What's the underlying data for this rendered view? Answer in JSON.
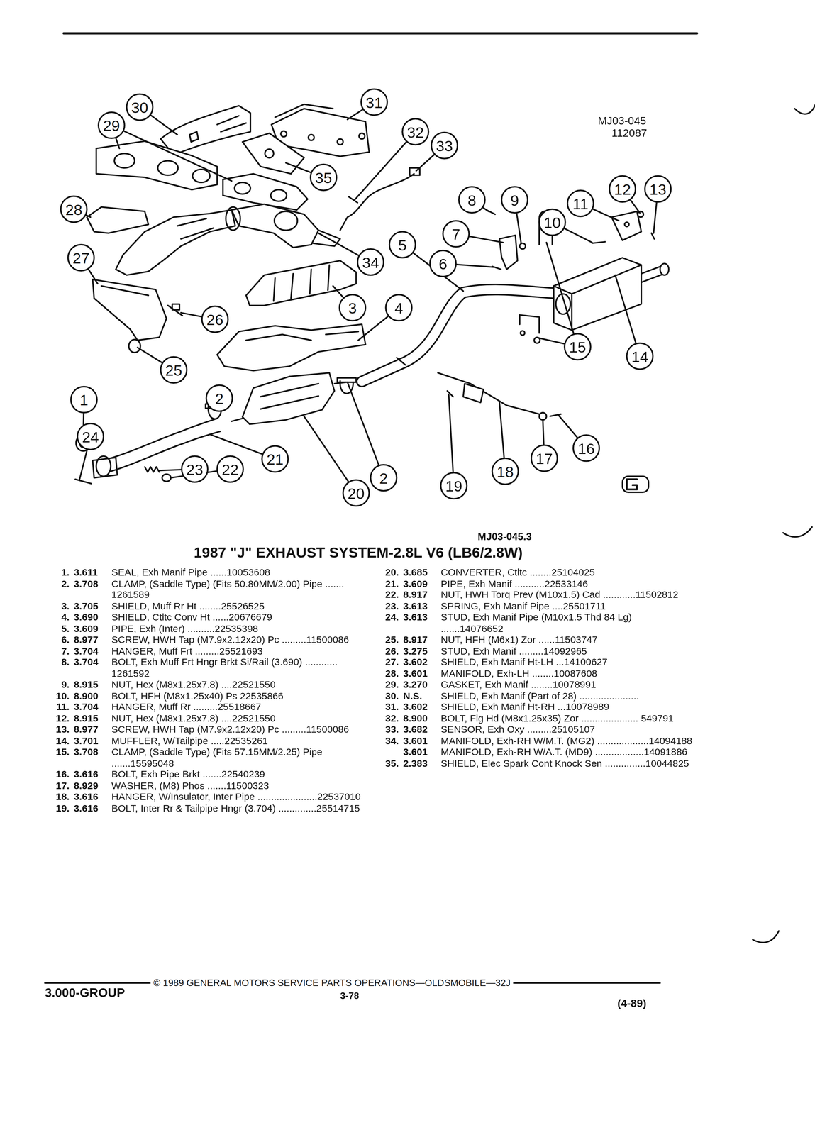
{
  "diagram": {
    "title": "1987 \"J\" EXHAUST SYSTEM-2.8L V6 (LB6/2.8W)",
    "nodes": [
      {
        "text": [
          "1"
        ]
      },
      {
        "text": [
          "2"
        ]
      },
      {
        "text": [
          "2"
        ]
      },
      {
        "text": [
          "3"
        ]
      },
      {
        "text": [
          "4"
        ]
      },
      {
        "text": [
          "5"
        ]
      },
      {
        "text": [
          "6"
        ]
      },
      {
        "text": [
          "7"
        ]
      },
      {
        "text": [
          "8"
        ]
      },
      {
        "text": [
          "9"
        ]
      },
      {
        "text": [
          "10"
        ]
      },
      {
        "text": [
          "11"
        ]
      },
      {
        "text": [
          "12"
        ]
      },
      {
        "text": [
          "13"
        ]
      },
      {
        "text": [
          "14"
        ]
      },
      {
        "text": [
          "15"
        ]
      },
      {
        "text": [
          "16"
        ]
      },
      {
        "text": [
          "17"
        ]
      },
      {
        "text": [
          "18"
        ]
      },
      {
        "text": [
          "19"
        ]
      },
      {
        "text": [
          "20"
        ]
      },
      {
        "text": [
          "21"
        ]
      },
      {
        "text": [
          "22"
        ]
      },
      {
        "text": [
          "23"
        ]
      },
      {
        "text": [
          "24"
        ]
      },
      {
        "text": [
          "25"
        ]
      },
      {
        "text": [
          "26"
        ]
      },
      {
        "text": [
          "27"
        ]
      },
      {
        "text": [
          "28"
        ]
      },
      {
        "text": [
          "29"
        ]
      },
      {
        "text": [
          "30"
        ]
      },
      {
        "text": [
          "31"
        ]
      },
      {
        "text": [
          "32"
        ]
      },
      {
        "text": [
          "33"
        ]
      },
      {
        "text": [
          "34"
        ]
      },
      {
        "text": [
          "35"
        ]
      }
    ],
    "labels": [
      "MJ03-045",
      "112087",
      "MJ03-045.3",
      "1.",
      "3.611",
      "SEAL, Exh Manif Pipe ......10053608",
      "2.",
      "3.708",
      "CLAMP, (Saddle Type) (Fits 50.80MM/2.00) Pipe ....... 1261589",
      "3.",
      "3.705",
      "SHIELD, Muff Rr Ht ........25526525",
      "4.",
      "3.690",
      "SHIELD, Ctltc Conv Ht ......20676679",
      "5.",
      "3.609",
      "PIPE, Exh (Inter) ..........22535398",
      "6.",
      "8.977",
      "SCREW, HWH Tap (M7.9x2.12x20) Pc .........11500086",
      "7.",
      "3.704",
      "HANGER, Muff Frt .........25521693",
      "8.",
      "3.704",
      "BOLT, Exh Muff Frt Hngr Brkt Si/Rail (3.690) ............ 1261592",
      "9.",
      "8.915",
      "NUT, Hex (M8x1.25x7.8) ....22521550",
      "10.",
      "8.900",
      "BOLT, HFH (M8x1.25x40) Ps 22535866",
      "11.",
      "3.704",
      "HANGER, Muff Rr .........25518667",
      "12.",
      "8.915",
      "NUT, Hex (M8x1.25x7.8) ....22521550",
      "13.",
      "8.977",
      "SCREW, HWH Tap (M7.9x2.12x20) Pc .........11500086",
      "14.",
      "3.701",
      "MUFFLER, W/Tailpipe .....22535261",
      "15.",
      "3.708",
      "CLAMP, (Saddle Type) (Fits 57.15MM/2.25) Pipe .......15595048",
      "16.",
      "3.616",
      "BOLT, Exh Pipe Brkt .......22540239",
      "17.",
      "8.929",
      "WASHER, (M8) Phos .......11500323",
      "18.",
      "3.616",
      "HANGER, W/Insulator, Inter Pipe ......................22537010",
      "19.",
      "3.616",
      "BOLT, Inter Rr & Tailpipe Hngr (3.704) ..............25514715",
      "20.",
      "3.685",
      "CONVERTER, Ctltc ........25104025",
      "21.",
      "3.609",
      "PIPE, Exh Manif ...........22533146",
      "22.",
      "8.917",
      "NUT, HWH Torq Prev (M10x1.5) Cad ............11502812",
      "23.",
      "3.613",
      "SPRING, Exh Manif Pipe ....25501711",
      "24.",
      "3.613",
      "STUD, Exh Manif Pipe (M10x1.5 Thd 84 Lg) .......14076652",
      "25.",
      "8.917",
      "NUT, HFH (M6x1) Zor ......11503747",
      "26.",
      "3.275",
      "STUD, Exh Manif .........14092965",
      "27.",
      "3.602",
      "SHIELD, Exh Manif Ht-LH ...14100627",
      "28.",
      "3.601",
      "MANIFOLD, Exh-LH ........10087608",
      "29.",
      "3.270",
      "GASKET, Exh Manif ........10078991",
      "30.",
      "N.S.",
      "SHIELD, Exh Manif (Part of 28) ......................",
      "31.",
      "3.602",
      "SHIELD, Exh Manif Ht-RH ...10078989",
      "32.",
      "8.900",
      "BOLT, Flg Hd (M8x1.25x35) Zor ..................... 549791",
      "33.",
      "3.682",
      "SENSOR, Exh Oxy .........25105107",
      "34.",
      "3.601",
      "MANIFOLD, Exh-RH W/M.T. (MG2) ...................14094188",
      "3.601",
      "MANIFOLD, Exh-RH W/A.T. (MD9) ..................14091886",
      "35.",
      "2.383",
      "SHIELD, Elec Spark Cont Knock Sen ...............10044825",
      "3.000-GROUP",
      "© 1989 GENERAL MOTORS SERVICE PARTS OPERATIONS—OLDSMOBILE—32J",
      "3-78",
      "(4-89)"
    ]
  }
}
